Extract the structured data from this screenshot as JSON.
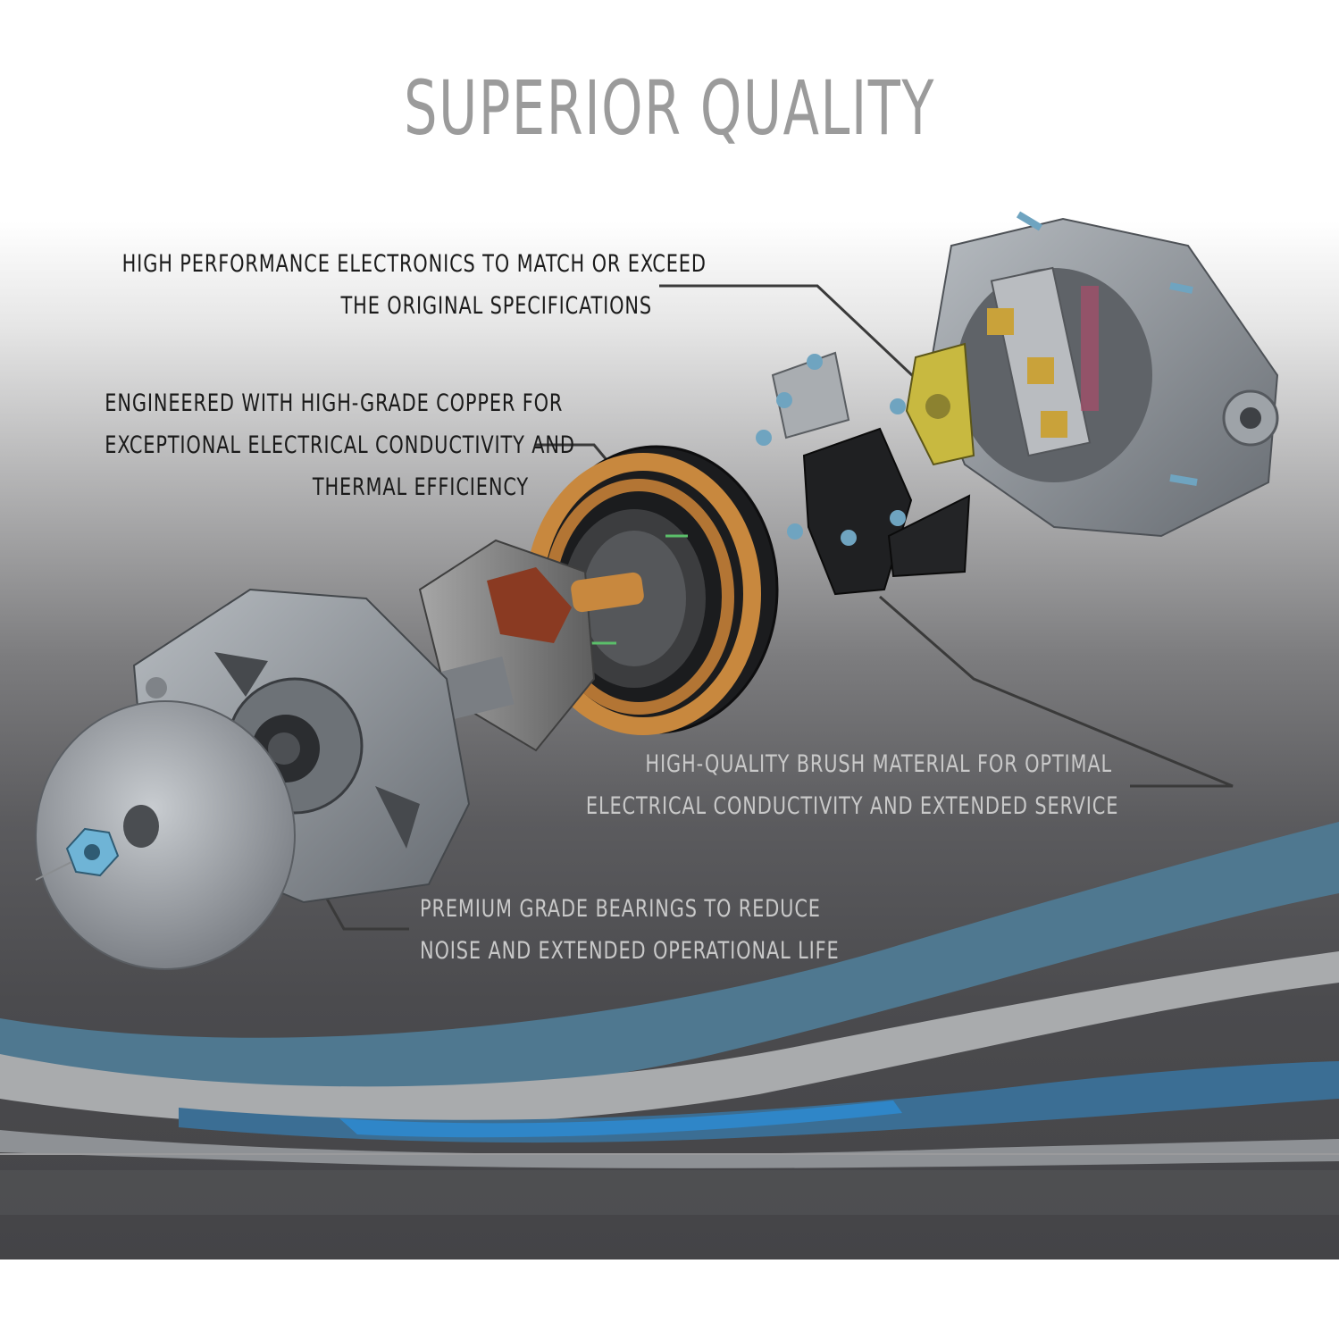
{
  "title": "SUPERIOR QUALITY",
  "callouts": {
    "electronics": [
      "HIGH PERFORMANCE ELECTRONICS TO MATCH OR EXCEED",
      "THE ORIGINAL SPECIFICATIONS"
    ],
    "copper": [
      "ENGINEERED WITH HIGH-GRADE COPPER FOR",
      "EXCEPTIONAL ELECTRICAL CONDUCTIVITY AND",
      "THERMAL EFFICIENCY"
    ],
    "brush": [
      "HIGH-QUALITY BRUSH MATERIAL FOR OPTIMAL",
      "ELECTRICAL CONDUCTIVITY AND EXTENDED SERVICE"
    ],
    "bearings": [
      "PREMIUM GRADE BEARINGS TO REDUCE",
      "NOISE AND EXTENDED OPERATIONAL LIFE"
    ]
  },
  "colors": {
    "title": "#9b9b9b",
    "callout_dark": "#1a1a1a",
    "callout_light": "#c9c9c9",
    "swoosh_blue": "#4f7890",
    "swoosh_bright": "#2f86c8",
    "copper": "#c8883e",
    "housing": "#8e9399"
  }
}
